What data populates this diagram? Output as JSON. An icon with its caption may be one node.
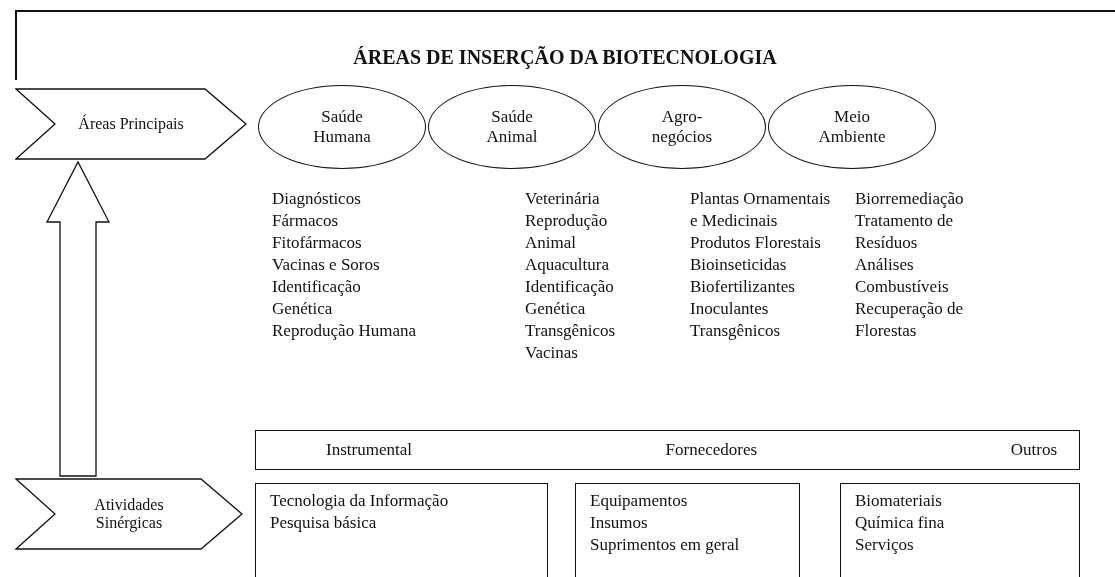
{
  "diagram": {
    "title": "ÁREAS DE INSERÇÃO DA BIOTECNOLOGIA",
    "nodes": [
      {
        "text": [
          "Áreas Principais"
        ]
      },
      {
        "text": [
          "Saúde Humana"
        ],
        "beside": [
          "Diagnósticos",
          "Fármacos",
          "Fitofármacos",
          "Vacinas e Soros",
          "Identificação Genética",
          "Reprodução Humana"
        ]
      },
      {
        "text": [
          "Saúde Animal"
        ],
        "beside": [
          "Veterinária",
          "Reprodução Animal",
          "Aquacultura",
          "Identificação Genética",
          "Transgênicos",
          "Vacinas"
        ]
      },
      {
        "text": [
          "Agro-negócios"
        ],
        "beside": [
          "Plantas Ornamentais e Medicinais",
          "Produtos Florestais",
          "Bioinseticidas",
          "Biofertilizantes",
          "Inoculantes",
          "Transgênicos"
        ]
      },
      {
        "text": [
          "Meio Ambiente"
        ],
        "beside": [
          "Biorremediação",
          "Tratamento de Resíduos",
          "Análises",
          "Combustíveis",
          "Recuperação de Florestas"
        ]
      },
      {
        "text": [
          "Instrumental",
          "Fornecedores",
          "Outros"
        ]
      },
      {
        "text": [
          "Atividades Sinérgicas"
        ]
      },
      {
        "text": [
          "Tecnologia da Informação",
          "Pesquisa básica"
        ]
      },
      {
        "text": [
          "Equipamentos",
          "Insumos",
          "Suprimentos em geral"
        ]
      },
      {
        "text": [
          "Biomateriais",
          "Química fina",
          "Serviços"
        ]
      }
    ],
    "edges": [
      {
        "from": 6,
        "to": 0,
        "arrow": "to"
      }
    ]
  }
}
